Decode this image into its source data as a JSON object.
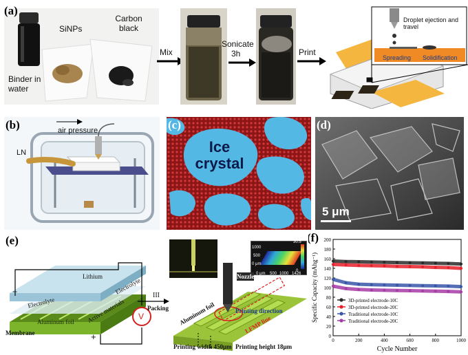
{
  "panels": {
    "a": {
      "label": "(a)",
      "binder_label": "Binder in water",
      "sinps_label": "SiNPs",
      "carbon_label": "Carbon black",
      "mix_label": "Mix",
      "sonicate_label": "Sonicate",
      "sonicate_time": "3h",
      "print_label": "Print",
      "droplet_label": "Droplet ejection and travel",
      "spreading_label": "Spreading",
      "solidification_label": "Solidification"
    },
    "b": {
      "label": "(b)",
      "air_pressure_label": "air pressure",
      "ln_label": "LN"
    },
    "c": {
      "label": "(c)",
      "ice_label": "Ice crystal"
    },
    "d": {
      "label": "(d)",
      "scale_label": "5 μm"
    },
    "e": {
      "label": "(e)",
      "lithium_label": "Lithium",
      "electrolyte_top_label": "Electrolyte",
      "electrolyte_mid_label": "Electrolyte",
      "aluminum_foil_left_label": "Aluminum foil",
      "active_materials_label": "Active materials",
      "membrane_label": "Membrane",
      "minus_sign": "−",
      "plus_sign": "+",
      "voltmeter_label": "V",
      "roman_label": "III",
      "packing_label": "Packing",
      "nozzle_label": "Nozzle",
      "aluminum_foil_right_label": "Aluminum foil",
      "printing_direction_label": "Printing direction",
      "lfmp_label": "LFMP line",
      "printing_width_label": "Printing width 450μm",
      "printing_height_label": "Printing height 18μm",
      "inset_ticks_y": [
        "1000",
        "500",
        "0 μm"
      ],
      "inset_ticks_x": [
        "0 μm",
        "500",
        "1000",
        "1426"
      ],
      "inset_colorbar_top": "30.5",
      "inset_colorbar_bottom": "0"
    },
    "f": {
      "label": "(f)"
    }
  },
  "chart_data": {
    "type": "line",
    "xlabel": "Cycle Number",
    "ylabel": "Specific Capacity (mAhg⁻¹)",
    "xlim": [
      0,
      1000
    ],
    "ylim": [
      0,
      200
    ],
    "xticks": [
      "0",
      "200",
      "400",
      "600",
      "800",
      "1000"
    ],
    "yticks": [
      "0",
      "20",
      "40",
      "60",
      "80",
      "100",
      "120",
      "140",
      "160",
      "180",
      "200"
    ],
    "grid": false,
    "legend_position": "center-left",
    "series": [
      {
        "name": "3D-printed electrode-10C",
        "color": "#2a2a2a",
        "x": [
          0,
          100,
          200,
          300,
          400,
          500,
          600,
          700,
          800,
          900,
          1000
        ],
        "y": [
          155,
          154,
          153.5,
          153,
          152.5,
          152,
          151.5,
          151,
          150.5,
          150,
          149
        ]
      },
      {
        "name": "3D-printed electrode-20C",
        "color": "#e8202a",
        "x": [
          0,
          100,
          200,
          300,
          400,
          500,
          600,
          700,
          800,
          900,
          1000
        ],
        "y": [
          148,
          147,
          146,
          145.5,
          145,
          144,
          143.5,
          143,
          142,
          141.5,
          140
        ]
      },
      {
        "name": "Traditional electrode-10C",
        "color": "#3a56a8",
        "x": [
          0,
          100,
          200,
          300,
          400,
          500,
          600,
          700,
          800,
          900,
          1000
        ],
        "y": [
          117,
          110,
          107,
          106,
          105.5,
          105,
          104.5,
          104,
          103.5,
          103,
          102
        ]
      },
      {
        "name": "Traditional electrode-20C",
        "color": "#a63ca6",
        "x": [
          0,
          100,
          200,
          300,
          400,
          500,
          600,
          700,
          800,
          900,
          1000
        ],
        "y": [
          103,
          98,
          96,
          95,
          94.5,
          94,
          93.5,
          93,
          92.5,
          92,
          91
        ]
      }
    ]
  }
}
